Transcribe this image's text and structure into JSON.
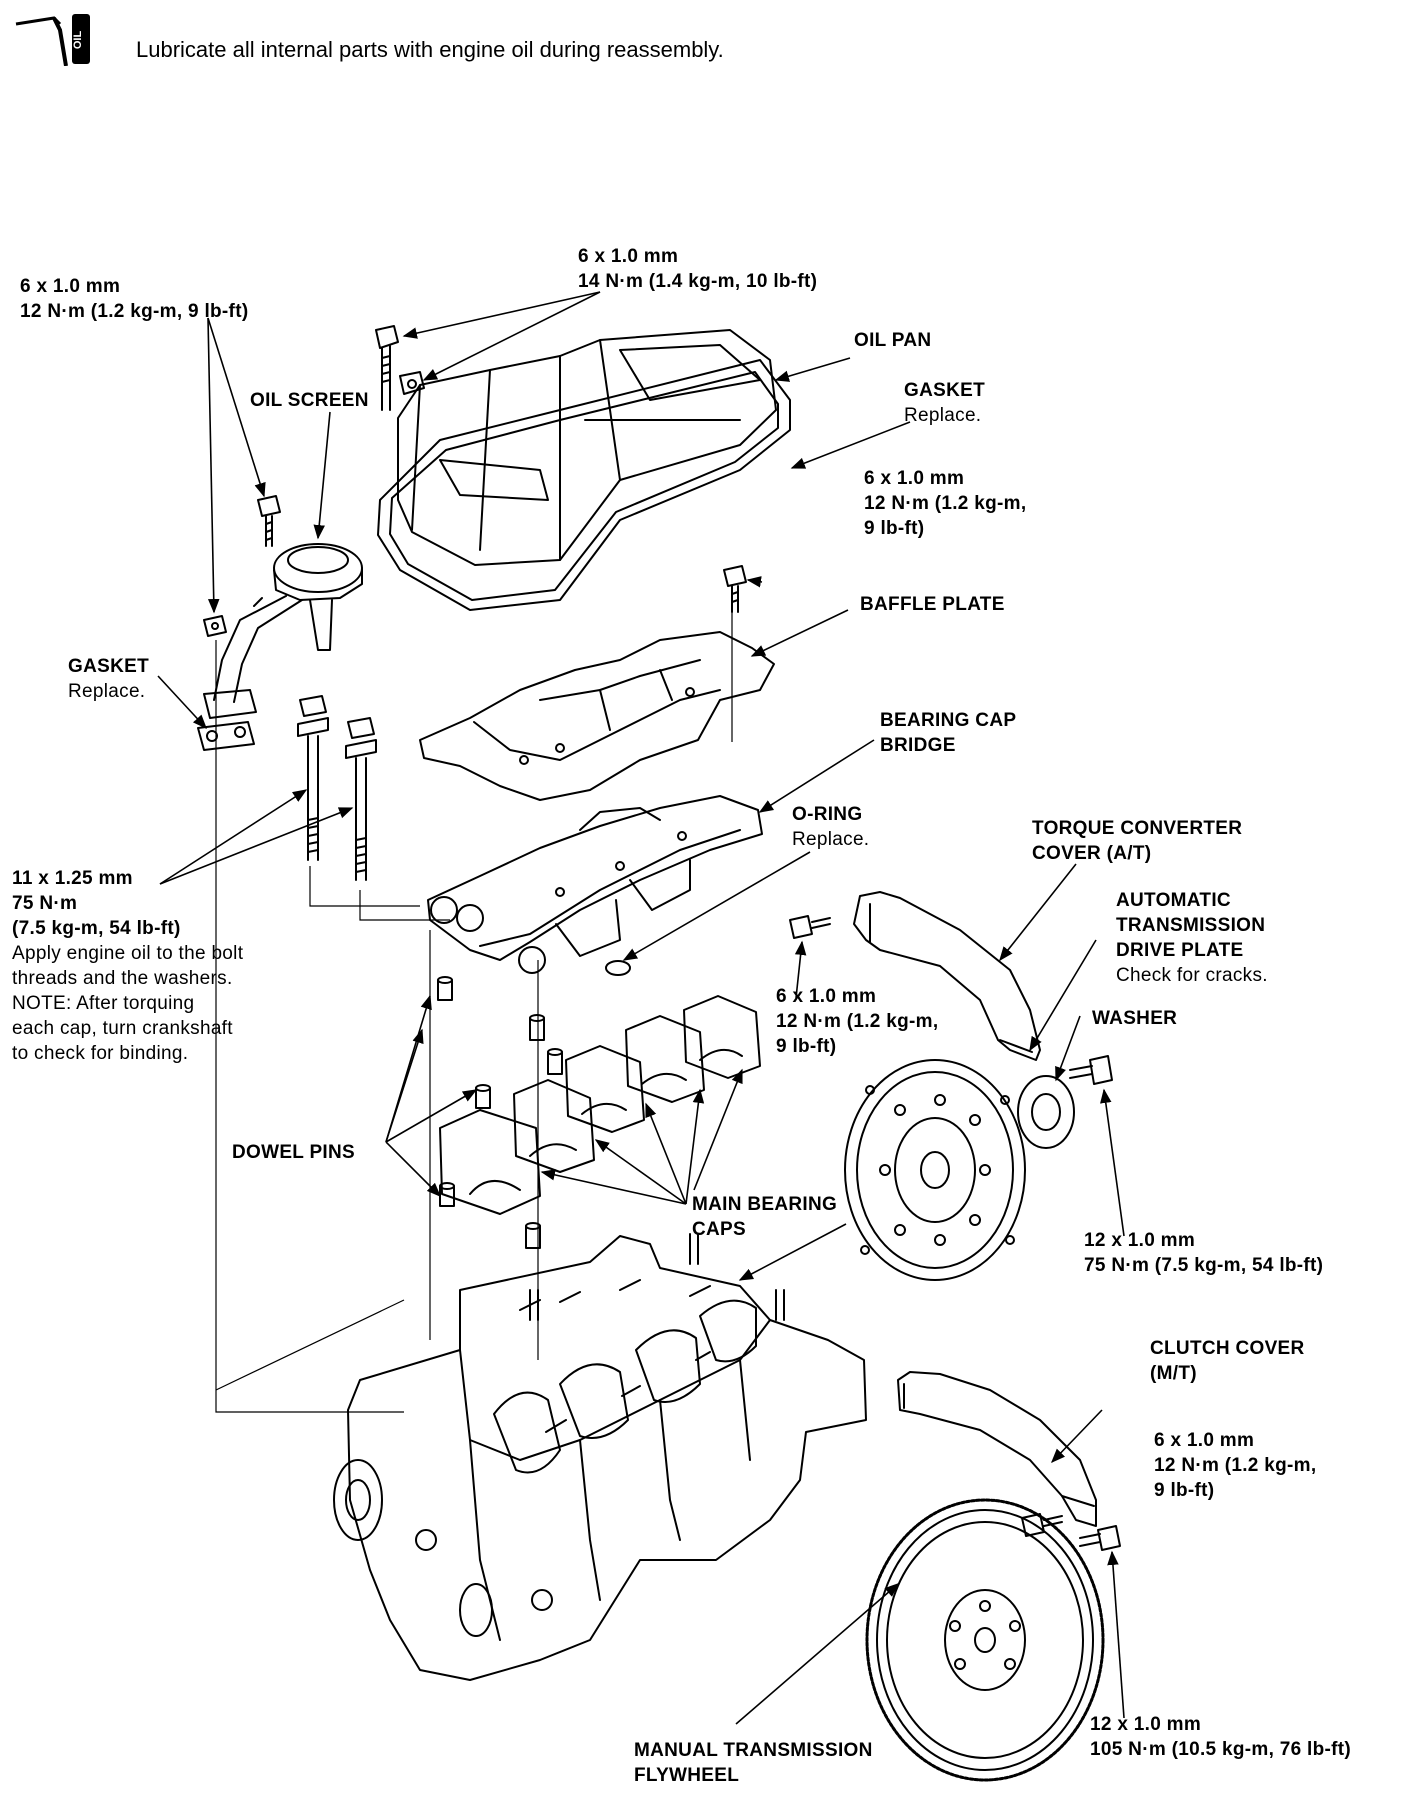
{
  "header": {
    "icon": "oil-can-icon",
    "icon_text": "OIL",
    "instruction": "Lubricate all internal parts with engine oil during reassembly."
  },
  "labels": {
    "bolt_oilscreen": {
      "size": "6 x 1.0 mm",
      "torque": "12 N·m (1.2 kg-m, 9 lb-ft)"
    },
    "bolt_oilpan": {
      "size": "6 x 1.0 mm",
      "torque": "14 N·m (1.4 kg-m, 10 lb-ft)"
    },
    "oil_pan": "OIL PAN",
    "gasket_oilpan": {
      "name": "GASKET",
      "note": "Replace."
    },
    "bolt_baffle": {
      "size": "6 x 1.0 mm",
      "line1": "12 N·m (1.2 kg-m,",
      "line2": "9 lb-ft)"
    },
    "oil_screen": "OIL SCREEN",
    "baffle_plate": "BAFFLE PLATE",
    "gasket_screen": {
      "name": "GASKET",
      "note": "Replace."
    },
    "bearing_cap_bridge": {
      "line1": "BEARING CAP",
      "line2": "BRIDGE"
    },
    "o_ring": {
      "name": "O-RING",
      "note": "Replace."
    },
    "torque_converter_cover": {
      "line1": "TORQUE CONVERTER",
      "line2": "COVER (A/T)"
    },
    "drive_plate": {
      "line1": "AUTOMATIC",
      "line2": "TRANSMISSION",
      "line3": "DRIVE PLATE",
      "note": "Check for cracks."
    },
    "main_bolt": {
      "size": "11 x 1.25 mm",
      "torque": "75 N·m",
      "torque_alt": "(7.5 kg-m, 54 lb-ft)",
      "note1": "Apply engine oil to the bolt",
      "note2": "threads and the washers.",
      "note3": "NOTE: After torquing",
      "note4": "each cap, turn crankshaft",
      "note5": "to check for binding."
    },
    "bolt_converter": {
      "size": "6 x 1.0 mm",
      "line1": "12 N·m (1.2 kg-m,",
      "line2": "9 lb-ft)"
    },
    "washer": "WASHER",
    "dowel_pins": "DOWEL PINS",
    "main_bearing_caps": {
      "line1": "MAIN BEARING",
      "line2": "CAPS"
    },
    "bolt_driveplate": {
      "size": "12 x 1.0 mm",
      "torque": "75 N·m (7.5 kg-m, 54 lb-ft)"
    },
    "clutch_cover": {
      "line1": "CLUTCH COVER",
      "line2": "(M/T)"
    },
    "bolt_clutch": {
      "size": "6 x 1.0 mm",
      "line1": "12 N·m (1.2 kg-m,",
      "line2": "9 lb-ft)"
    },
    "bolt_flywheel": {
      "size": "12 x 1.0 mm",
      "torque": "105 N·m (10.5 kg-m, 76 lb-ft)"
    },
    "flywheel": {
      "line1": "MANUAL TRANSMISSION",
      "line2": "FLYWHEEL"
    }
  }
}
